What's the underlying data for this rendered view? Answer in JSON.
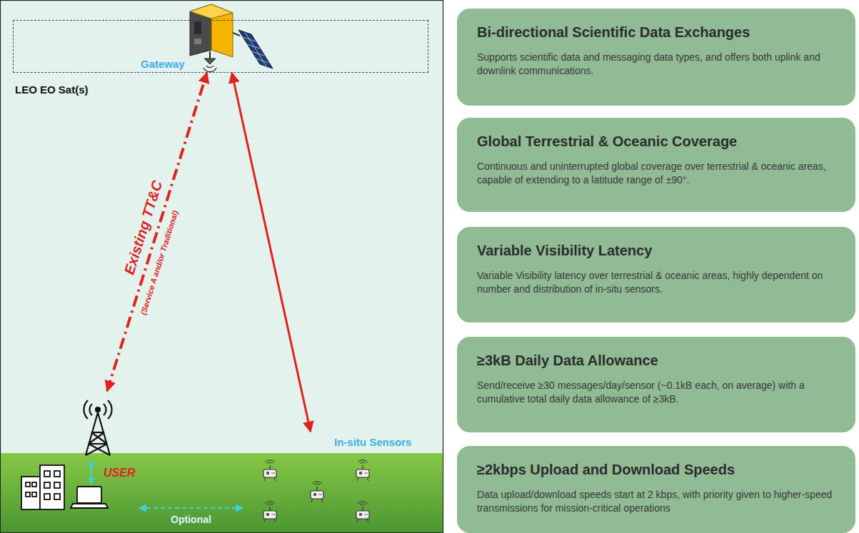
{
  "diagram": {
    "nodes": [
      {
        "text": [
          "Gateway",
          "LEO EO Sat(s)"
        ]
      },
      {
        "text": [
          "USER"
        ]
      },
      {
        "text": [
          "In-situ Sensors"
        ]
      },
      {
        "text": [
          "Bi-directional Scientific Data Exchanges",
          "Supports scientific data and messaging data types, and offers both uplink and downlink communications."
        ]
      },
      {
        "text": [
          "Global Terrestrial & Oceanic Coverage",
          "Continuous and uninterrupted global coverage over terrestrial & oceanic areas, capable of extending to a latitude range of ±90°."
        ]
      },
      {
        "text": [
          "Variable Visibility Latency",
          "Variable Visibility latency over terrestrial & oceanic areas, highly dependent on number and distribution of in-situ sensors."
        ]
      },
      {
        "text": [
          "≥3kB Daily Data Allowance",
          "Send/receive ≥30 messages/day/sensor (~0.1kB each, on average) with a cumulative total daily data allowance of ≥3kB."
        ]
      },
      {
        "text": [
          "≥2kbps Upload and Download Speeds",
          "Data upload/download speeds start at 2 kbps, with priority given to higher-speed transmissions for mission-critical operations"
        ]
      }
    ],
    "edges": [
      {
        "from": 1,
        "to": 0,
        "arrow": "both",
        "label": "Existing TT&C"
      },
      {
        "from": 0,
        "to": 2,
        "arrow": "both"
      },
      {
        "from": 1,
        "to": 2,
        "arrow": "both",
        "label": "Optional"
      }
    ],
    "labels": [
      "(Service A and/or Traditional)"
    ]
  }
}
